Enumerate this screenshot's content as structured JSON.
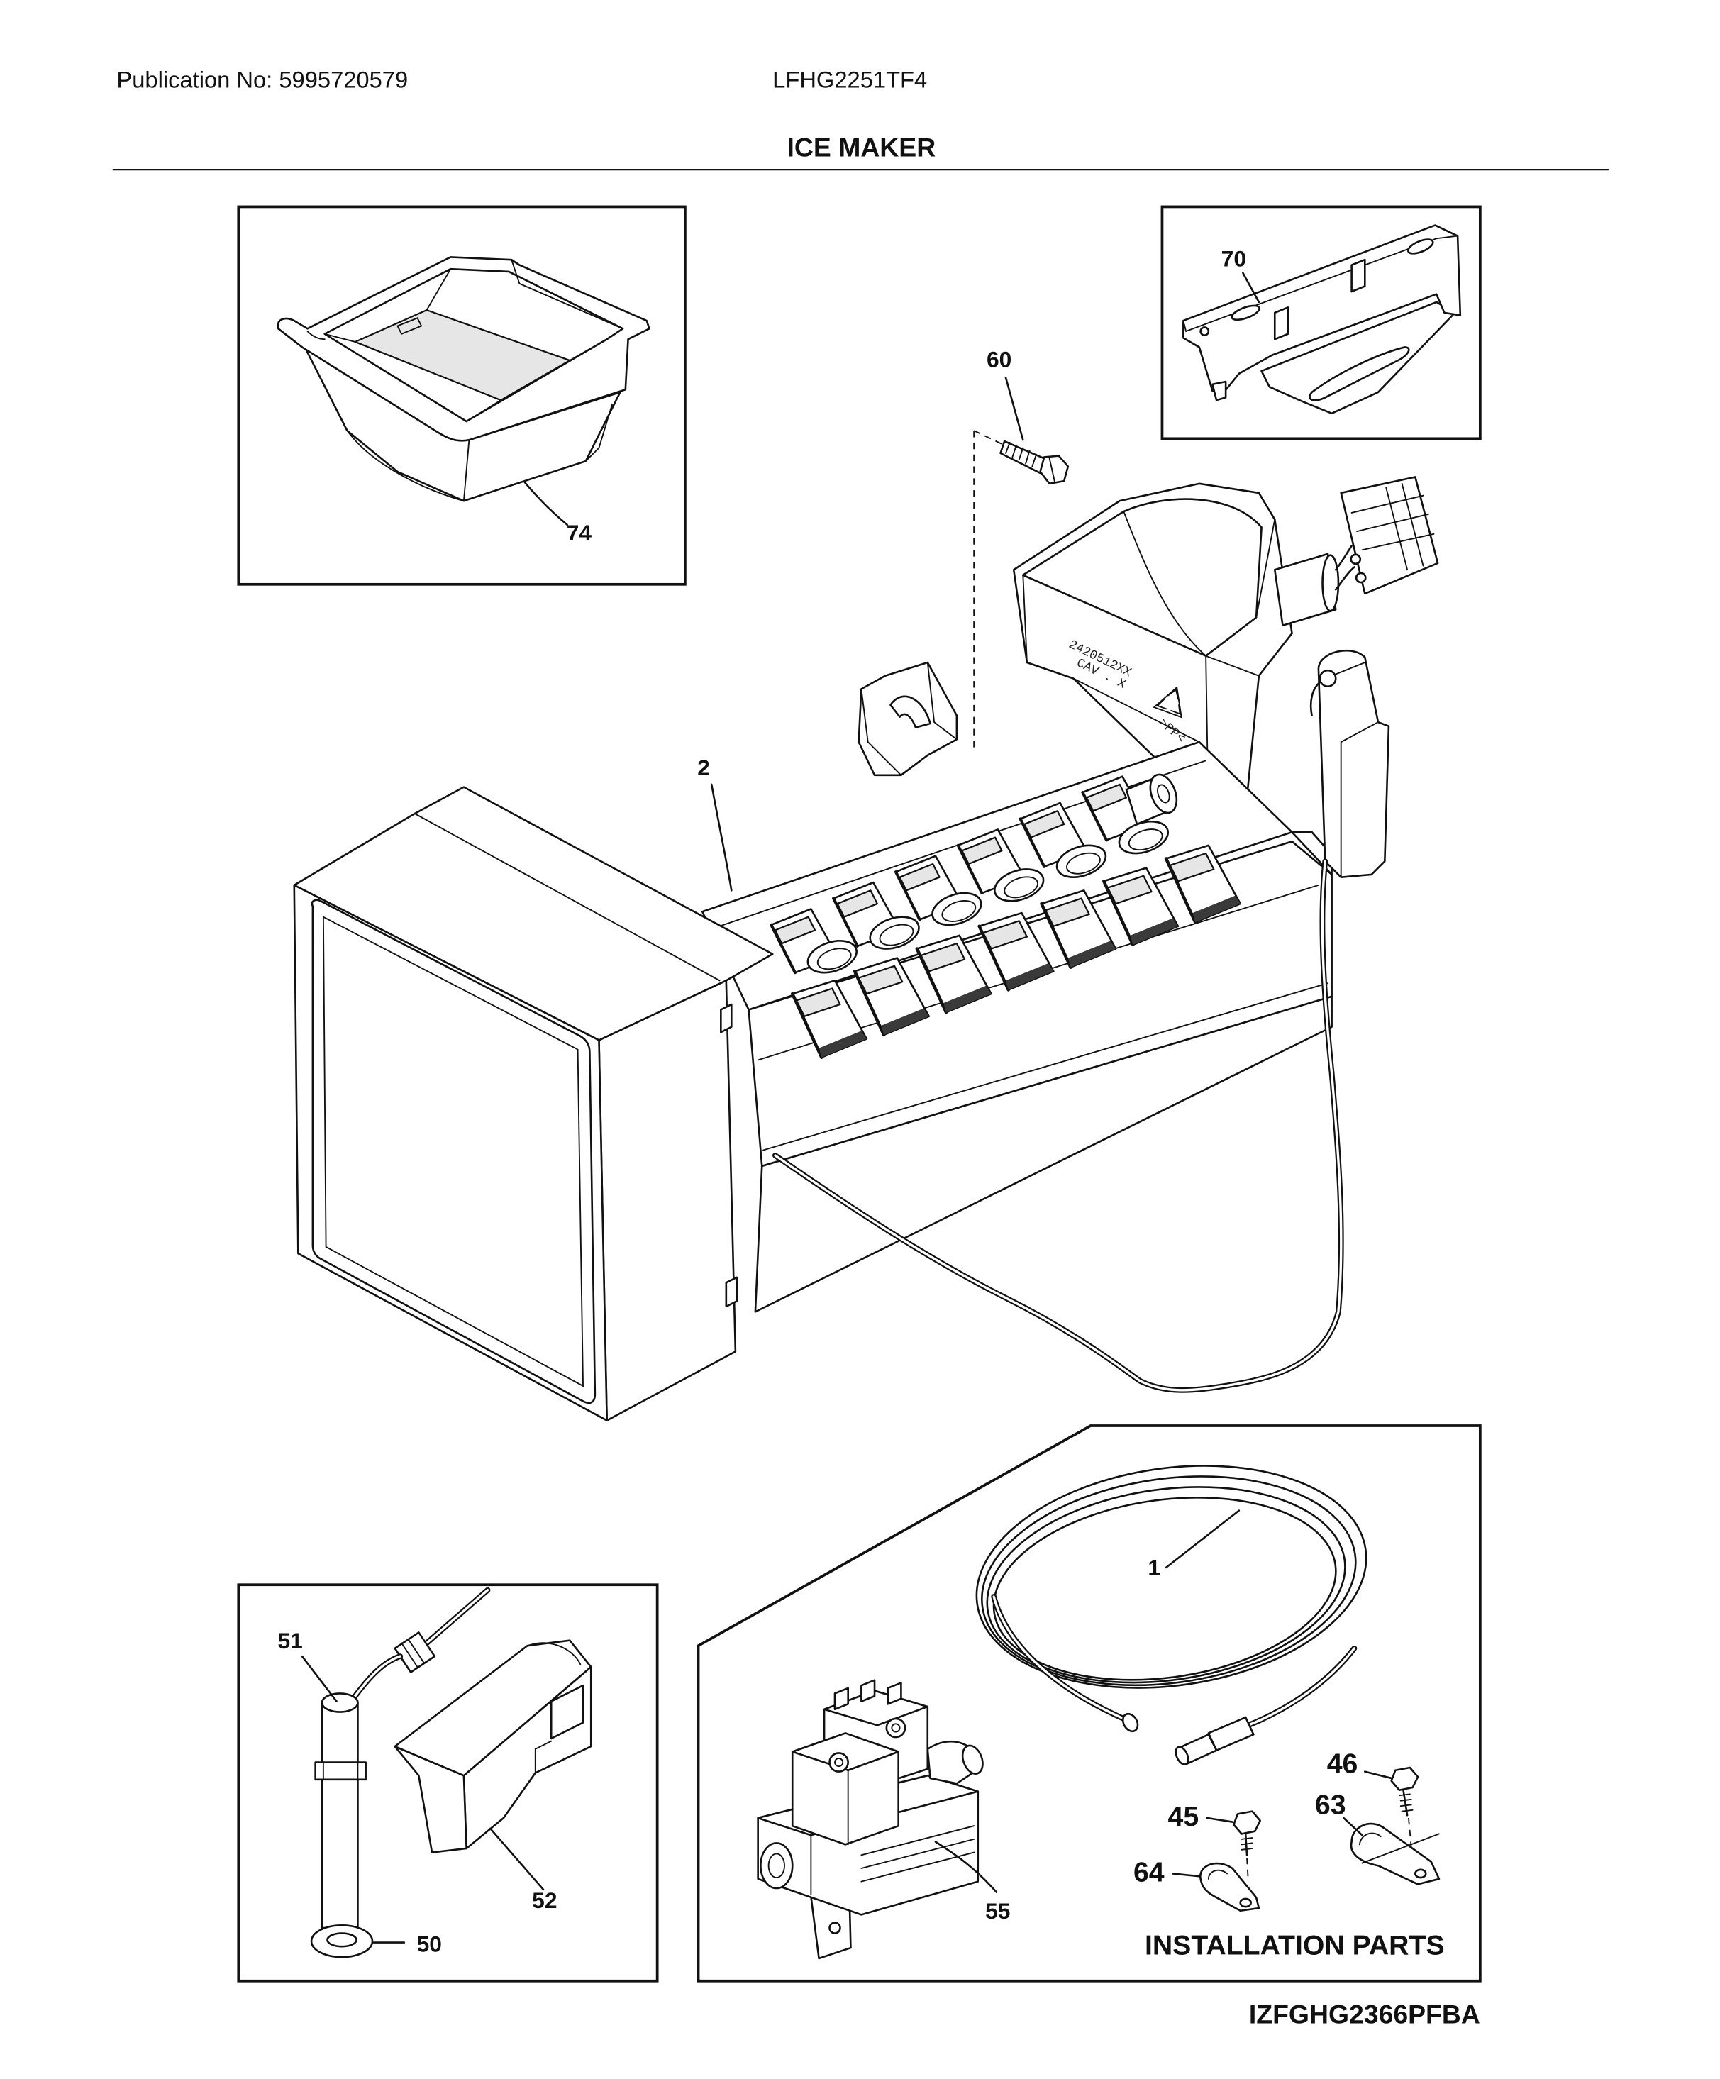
{
  "header": {
    "publication": "Publication No: 5995720579",
    "model": "LFHG2251TF4",
    "title": "ICE MAKER"
  },
  "callouts": {
    "c74": "74",
    "c70": "70",
    "c60": "60",
    "c2": "2",
    "c1": "1",
    "c51": "51",
    "c52": "52",
    "c50": "50",
    "c55": "55",
    "c46": "46",
    "c45": "45",
    "c63": "63",
    "c64": "64"
  },
  "embossed": {
    "part_code": "2420512XX",
    "cavity": "CAV . X",
    "material": ">PP<"
  },
  "installation_parts_label": "INSTALLATION PARTS",
  "diagram_code": "IZFGHG2366PFBA"
}
